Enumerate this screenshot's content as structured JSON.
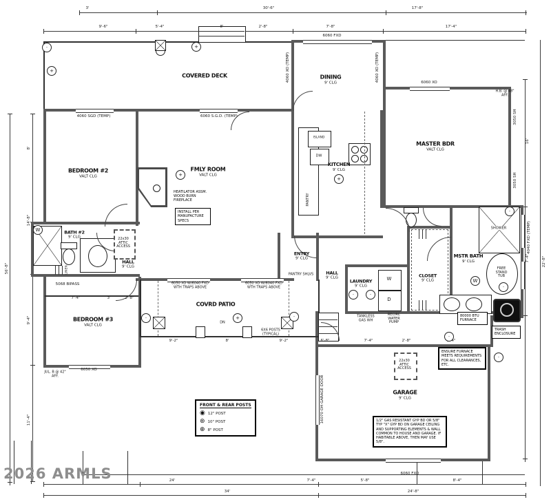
{
  "watermark": "2026 ARMLS",
  "rooms": {
    "deck": {
      "n": "COVERED DECK",
      "c": ""
    },
    "dining": {
      "n": "DINING",
      "c": "9' CLG"
    },
    "master": {
      "n": "MASTER BDR",
      "c": "VALT CLG"
    },
    "family": {
      "n": "FMLY ROOM",
      "c": "VALT CLG"
    },
    "kitchen": {
      "n": "KITCHEN",
      "c": "9' CLG"
    },
    "bed2": {
      "n": "BEDROOM #2",
      "c": "VALT CLG"
    },
    "bath2": {
      "n": "BATH #2",
      "c": "9' CLG"
    },
    "hall1": {
      "n": "HALL",
      "c": "9' CLG"
    },
    "bed3": {
      "n": "BEDROOM #3",
      "c": "VALT CLG"
    },
    "patio": {
      "n": "COVRD PATIO",
      "c": ""
    },
    "entry": {
      "n": "ENTRY",
      "c": "9' CLG"
    },
    "hall2": {
      "n": "HALL",
      "c": "9' CLG"
    },
    "laundry": {
      "n": "LAUNDRY",
      "c": "9' CLG"
    },
    "closet": {
      "n": "CLOSET",
      "c": "9' CLG"
    },
    "mbath": {
      "n": "MSTR BATH",
      "c": "9' CLG"
    },
    "garage": {
      "n": "GARAGE",
      "c": "9' CLG"
    }
  },
  "fixtures": {
    "shower": "SHOWER",
    "tub": "FREE STAND TUB",
    "island": "ISLAND",
    "dw": "DW",
    "pantry": "PANTRY",
    "pantry_shlvs": "PANTRY SHLVS",
    "washer": "W",
    "dryer": "D",
    "linen": "LINEN",
    "dn": "DN",
    "tankless": "TANKLESS GAS WH",
    "recirc": "RECIRC WATER PUMP"
  },
  "notes": {
    "heatilator": "HEATILATOR ASSM. WOOD BURN FIREPLACE",
    "install": "INSTALL PER MANUFACTURE SPECS",
    "attic": "22x30 ATTIC ACCESS",
    "posts_typ": "6X6 POSTS (TYPICAL)",
    "furnace_box": "ENSURE FURNACE MEETS REQUIREMENTS FOR ALL CLEARANCES, ETC.",
    "btu": "80000 BTU FURNACE",
    "trash": "TRASH ENCLOSURE",
    "garage_note": "1/2\" GAS RESISTANT GYP BD OR 5/8\" TYP \"X\" GYP BD ON GARAGE CEILING AND SUPPORTING ELEMENTS & WALL COMMON TO HOUSE AND GARAGE. IF HABITABLE ABOVE, THEN MAY USE 5/8\".",
    "julb": "JUL. B @ 42\" AFF.",
    "hb48": "H.B. @ 48\" AFF."
  },
  "legend": {
    "title": "FRONT & REAR POSTS",
    "items": [
      {
        "sym": "◉",
        "label": "12\" POST"
      },
      {
        "sym": "⊛",
        "label": "10\" POST"
      },
      {
        "sym": "⊕",
        "label": "8\" POST"
      }
    ]
  },
  "windows": [
    {
      "t": "4060 SGD (TEMP)"
    },
    {
      "t": "6060 S.G.D. (TEMP)"
    },
    {
      "t": "6060 FXD"
    },
    {
      "t": "4060 XO (TEMP)"
    },
    {
      "t": "4060 XO (TEMP)"
    },
    {
      "t": "6060 XO"
    },
    {
      "t": "6050 XO W/6040 FXD WTH TRAPS ABOVE"
    },
    {
      "t": "6050 XO W/6040 FXD WTH TRAPS ABOVE"
    },
    {
      "t": "6050 XO"
    },
    {
      "t": "6060 FXD"
    },
    {
      "t": "16070 OH GARAGE DOOR"
    },
    {
      "t": "3050 SH"
    },
    {
      "t": "3050 SH"
    },
    {
      "t": "4040 FXD (TEMP)"
    },
    {
      "t": "5068 BIPASS"
    }
  ],
  "dims": [
    {
      "t": "3'"
    },
    {
      "t": "30'-6\""
    },
    {
      "t": "17'-8\""
    },
    {
      "t": "9'-6\""
    },
    {
      "t": "5'-4\""
    },
    {
      "t": "8'"
    },
    {
      "t": "2'-8\""
    },
    {
      "t": "7'-8\""
    },
    {
      "t": "17'-4\""
    },
    {
      "t": "56'-8\""
    },
    {
      "t": "8'"
    },
    {
      "t": "14'-8\""
    },
    {
      "t": "9'-4\""
    },
    {
      "t": "11'-4\""
    },
    {
      "t": "16'"
    },
    {
      "t": "7'-4\""
    },
    {
      "t": "22'-8\""
    },
    {
      "t": "24'"
    },
    {
      "t": "7'-4\""
    },
    {
      "t": "5'-8\""
    },
    {
      "t": "8'-4\""
    },
    {
      "t": "34'"
    },
    {
      "t": "24'-8\""
    },
    {
      "t": "7'-4\""
    },
    {
      "t": "3'"
    },
    {
      "t": "2'-8\""
    },
    {
      "t": "9'-2\""
    },
    {
      "t": "8'"
    },
    {
      "t": "9'-2\""
    },
    {
      "t": "6'-8\""
    },
    {
      "t": "7'-4\""
    },
    {
      "t": "2'-8\""
    },
    {
      "t": "8'-4\""
    }
  ],
  "icons": [
    {
      "g": "+"
    },
    {
      "g": "+"
    },
    {
      "g": "+"
    },
    {
      "g": "+"
    },
    {
      "g": "+"
    },
    {
      "g": "·"
    },
    {
      "g": "·"
    },
    {
      "g": "·"
    },
    {
      "g": "·"
    },
    {
      "g": "W"
    },
    {
      "g": "·"
    },
    {
      "g": "·"
    },
    {
      "g": "W"
    },
    {
      "g": "·"
    },
    {
      "g": "·"
    },
    {
      "g": "·"
    },
    {
      "g": "·"
    }
  ]
}
